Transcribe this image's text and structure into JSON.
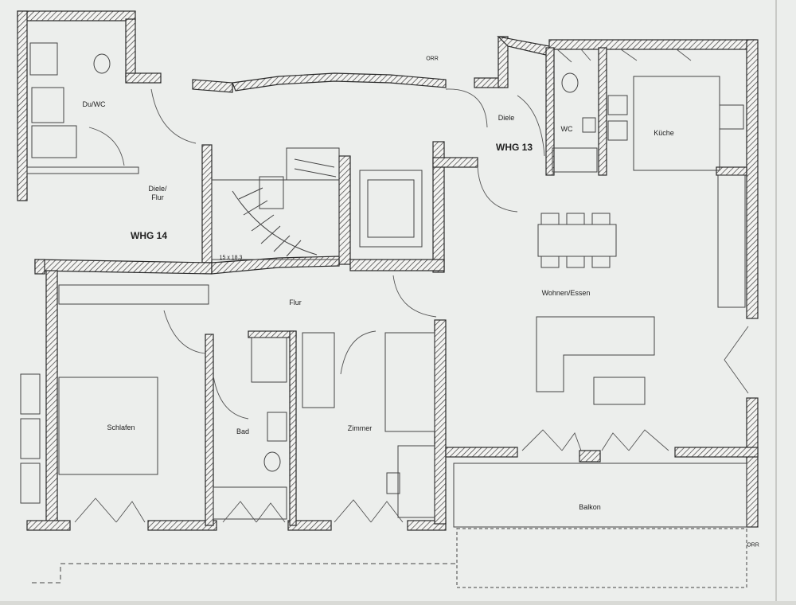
{
  "plan": {
    "units": {
      "whg14": "WHG 14",
      "whg13": "WHG 13"
    },
    "rooms": {
      "du_wc": "Du/WC",
      "diele_flur_line1": "Diele/",
      "diele_flur_line2": "Flur",
      "diele": "Diele",
      "wc": "WC",
      "kueche": "Küche",
      "flur": "Flur",
      "wohnen_essen": "Wohnen/Essen",
      "schlafen": "Schlafen",
      "bad": "Bad",
      "zimmer": "Zimmer",
      "balkon": "Balkon"
    },
    "annotations": {
      "orr_top": "ORR",
      "orr_bottom": "ORR",
      "stair_note": "15 x 18,3"
    },
    "colors": {
      "paper": "#eef0ee",
      "wall_stroke": "#2a2a2a",
      "hatch": "#3a3a3a",
      "line": "#444444"
    }
  }
}
